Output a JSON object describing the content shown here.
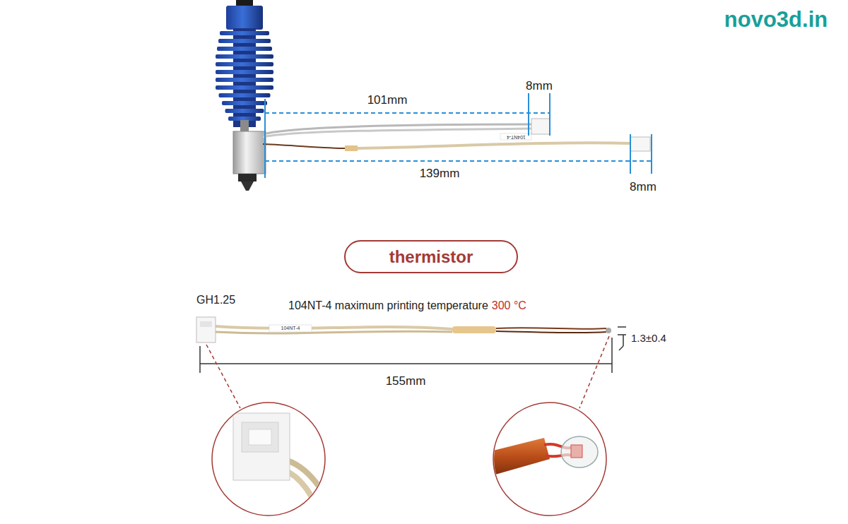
{
  "diagram": {
    "nodes": [
      {
        "text": [
          "thermistor"
        ]
      }
    ],
    "labels": [
      "novo3d.in",
      "101mm",
      "8mm",
      "104NT-4",
      "139mm",
      "8mm",
      "GH1.25",
      "104NT-4 maximum printing temperature",
      "300 °C",
      "1.3±0.4",
      "104NT-4",
      "155mm"
    ]
  }
}
